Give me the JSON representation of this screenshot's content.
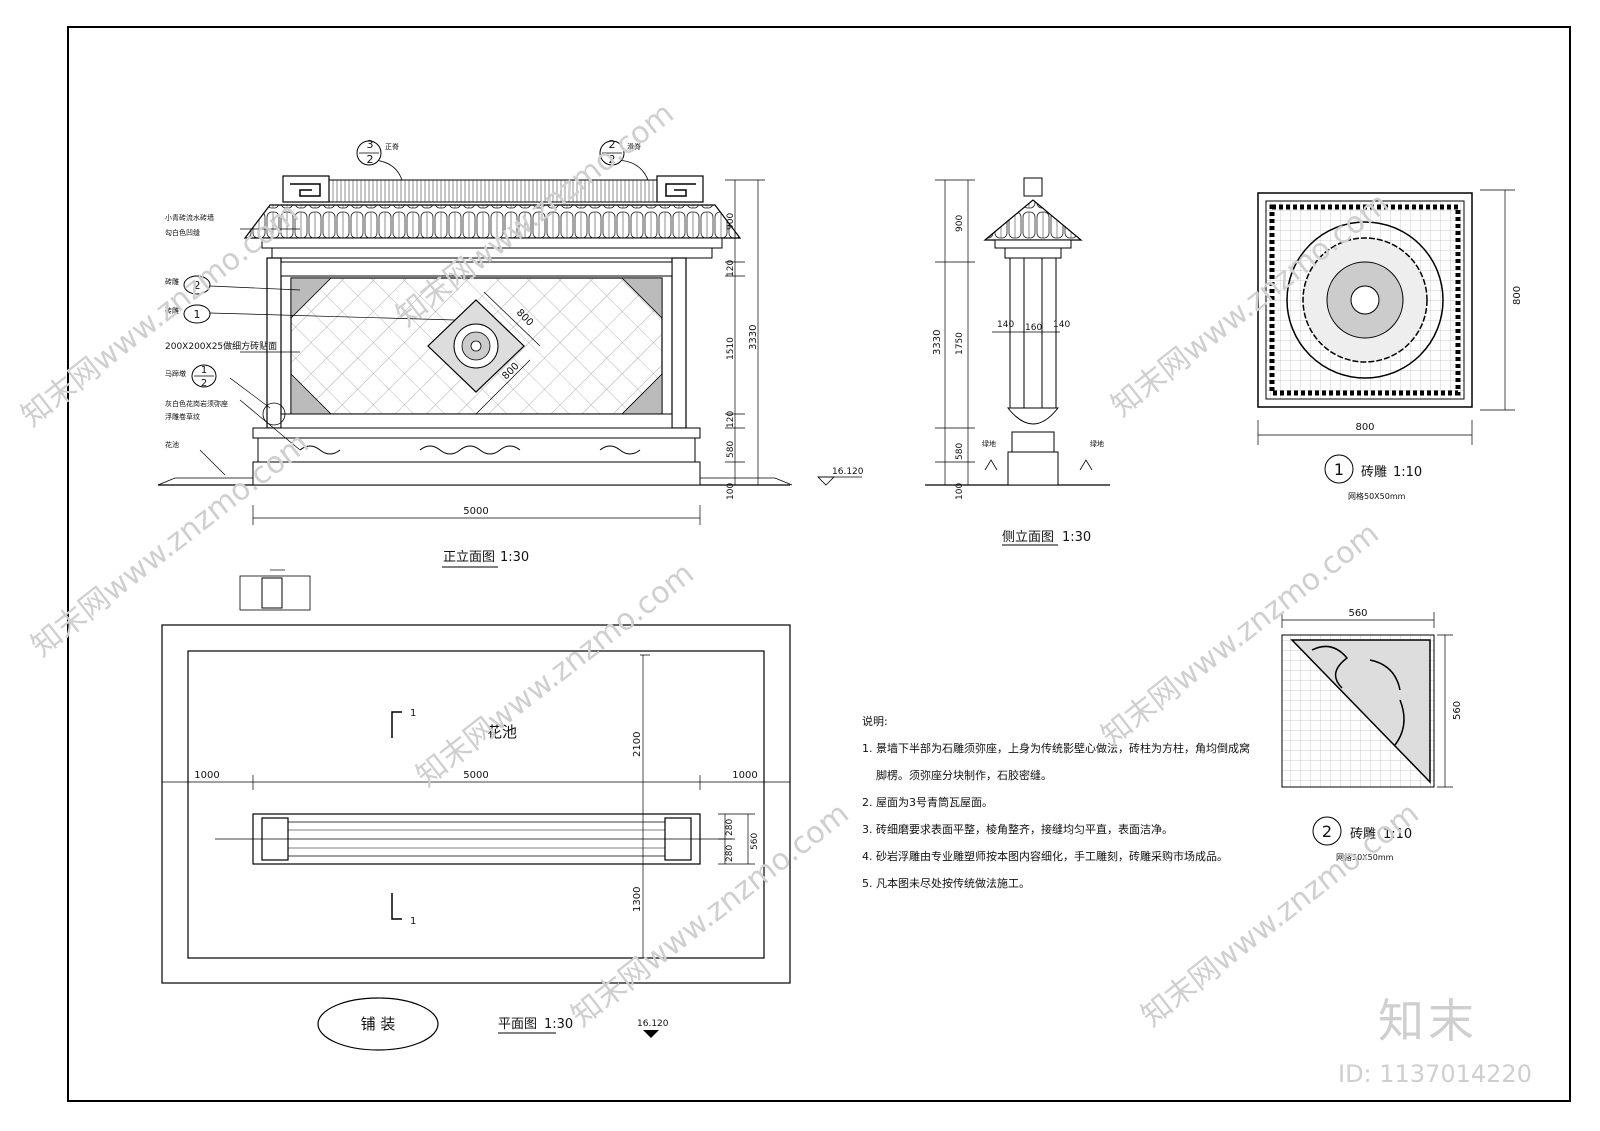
{
  "watermarks": {
    "site": "知末网www.znzmo.com",
    "brand": "知末",
    "id_label": "ID: 1137014220"
  },
  "front_elevation": {
    "title": "正立面图",
    "scale": "1:30",
    "callout_top_left": {
      "num": "3",
      "den": "2",
      "label": "正脊"
    },
    "callout_top_right": {
      "num": "2",
      "den": "2",
      "label": "滑脊"
    },
    "label_roof_line1": "小青砖流水砖墙",
    "label_roof_line2": "勾白色凹缝",
    "label_brick2": "砖雕",
    "label_brick1": "砖雕",
    "label_tile": "200X200X25做细方砖贴面",
    "label_horse": "马蹄墩",
    "label_base_line1": "灰白色花岗岩须弥座",
    "label_base_line2": "浮雕卷草纹",
    "label_planter": "花池",
    "bubble_brick2": "2",
    "bubble_brick1": "1",
    "bubble_horse_num": "1",
    "bubble_horse_den": "2",
    "dim_diag_top": "800",
    "dim_diag_bottom": "800",
    "dim_roof": "900",
    "dim_top_band": "120",
    "dim_panel": "1510",
    "dim_bottom_band": "120",
    "dim_base": "580",
    "dim_footing": "100",
    "dim_total": "3330",
    "dim_width": "5000",
    "level": "16.120"
  },
  "side_elevation": {
    "title": "侧立面图",
    "scale": "1:30",
    "dim_roof": "900",
    "dim_body": "1750",
    "dim_base": "580",
    "dim_footing": "100",
    "dim_total": "3330",
    "dim_col_left": "140",
    "dim_col_mid": "160",
    "dim_col_right": "140",
    "label_green_left": "绿地",
    "label_green_right": "绿地"
  },
  "detail1": {
    "num": "1",
    "title": "砖雕",
    "scale": "1:10",
    "grid_note": "网格50X50mm",
    "dim_width": "800",
    "dim_height": "800"
  },
  "detail2": {
    "num": "2",
    "title": "砖雕",
    "scale": "1:10",
    "grid_note": "网格50X50mm",
    "dim_width": "560",
    "dim_height": "560"
  },
  "plan": {
    "title": "平面图",
    "scale": "1:30",
    "planter_label": "花池",
    "paving_label": "铺 装",
    "section_mark": "1",
    "dim_left": "1000",
    "dim_mid": "5000",
    "dim_right": "1000",
    "dim_top": "2100",
    "dim_bottom": "1300",
    "dim_wall_a": "280",
    "dim_wall_b": "280",
    "dim_wall_total": "560",
    "level": "16.120"
  },
  "notes": {
    "heading": "说明:",
    "items": [
      "1.  景墙下半部为石雕须弥座，上身为传统影壁心做法，砖柱为方柱，角均倒成窝",
      "脚楞。须弥座分块制作，石胶密缝。",
      "2.  屋面为3号青筒瓦屋面。",
      "3.  砖细磨要求表面平整，棱角整齐，接缝均匀平直，表面洁净。",
      "4.  砂岩浮雕由专业雕塑师按本图内容细化，手工雕刻，砖雕采购市场成品。",
      "5.  凡本图未尽处按传统做法施工。"
    ]
  }
}
